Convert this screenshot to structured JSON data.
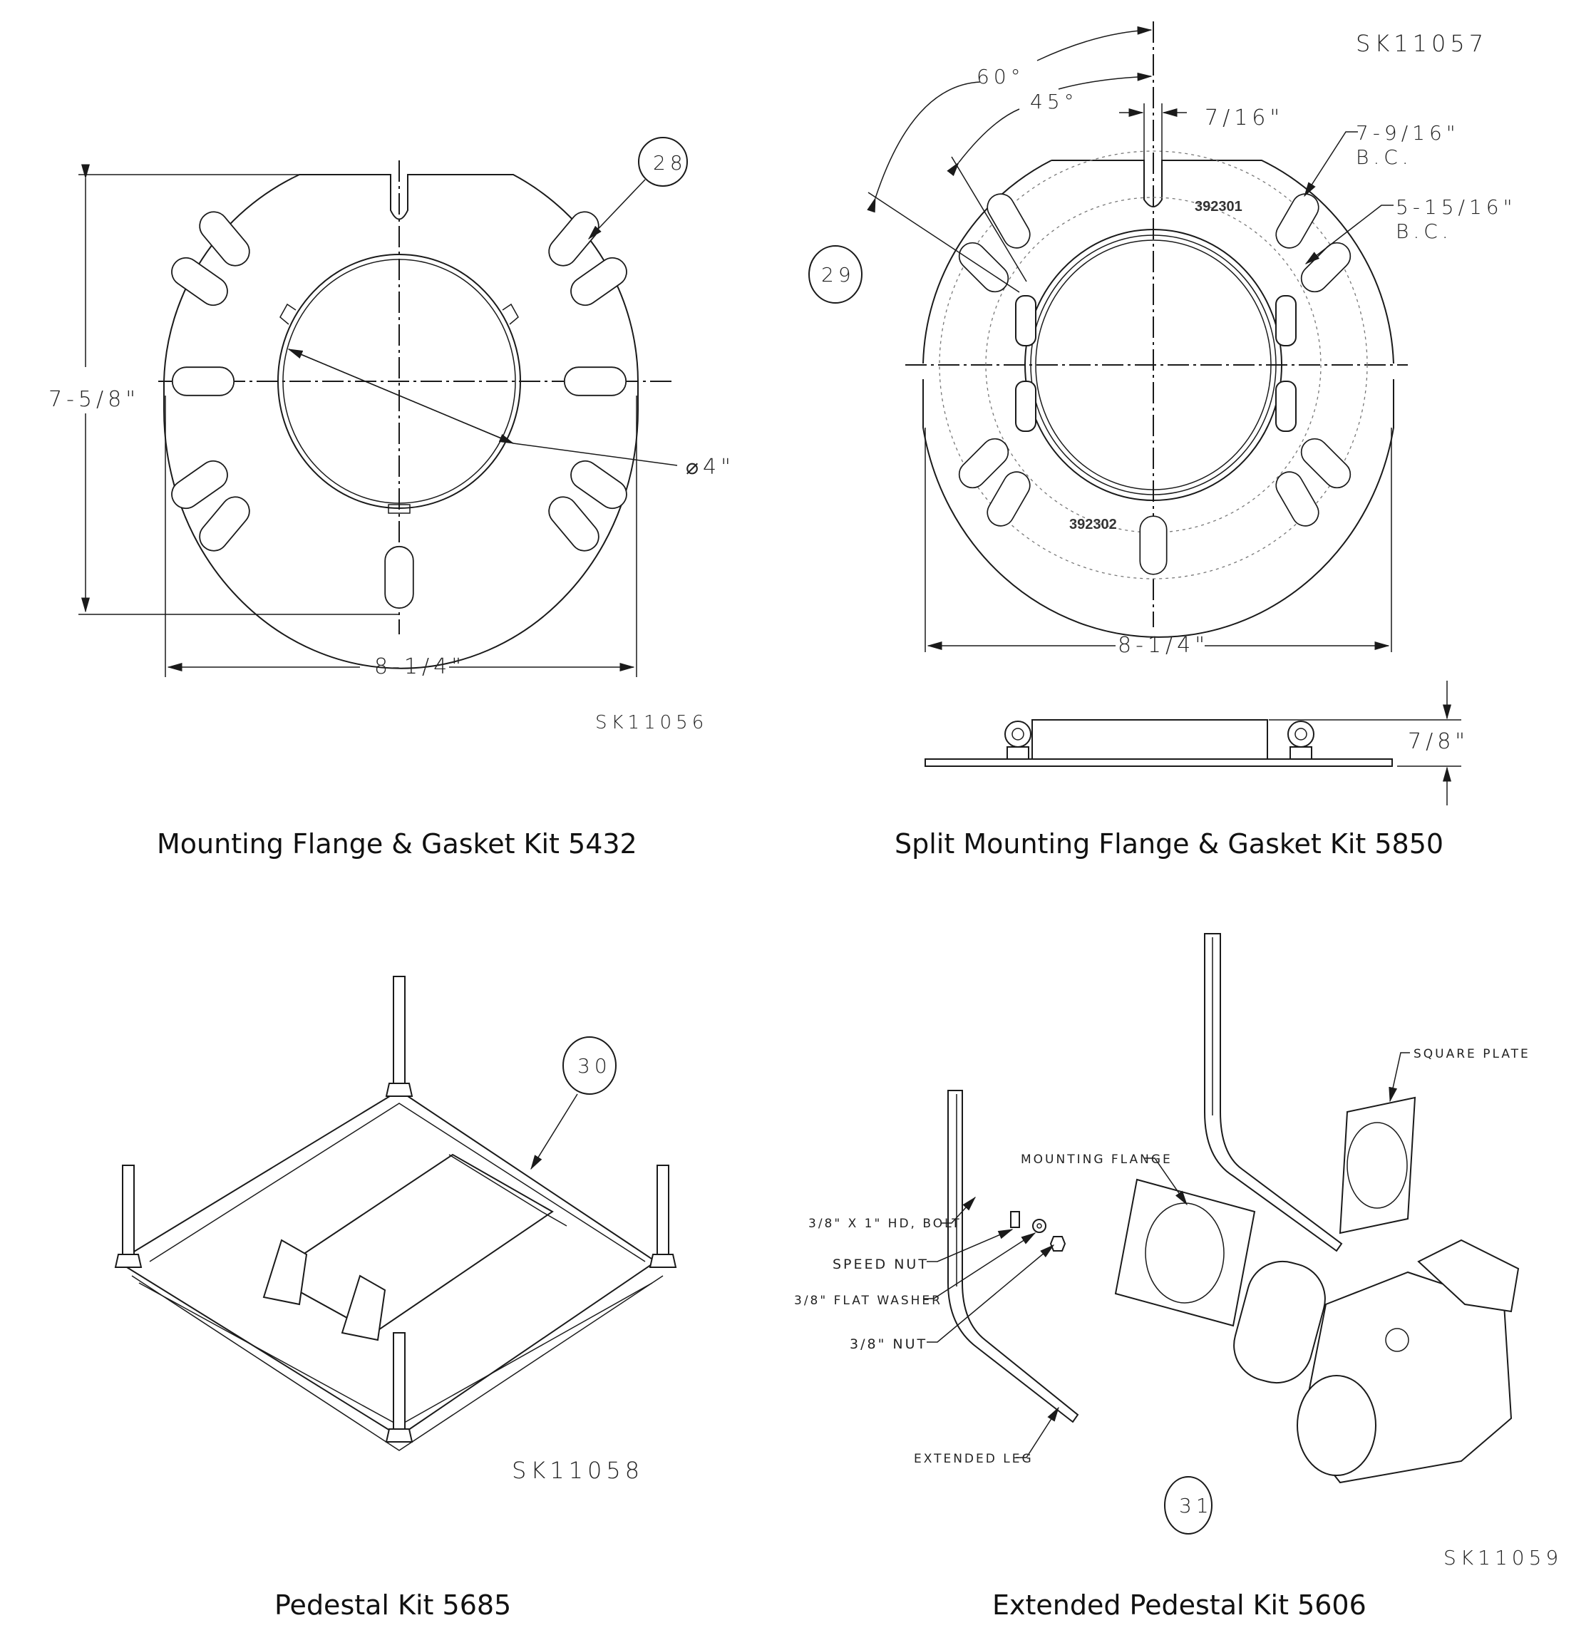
{
  "panels": [
    {
      "caption": "Mounting Flange & Gasket Kit 5432",
      "sketch_id": "SK11056",
      "callout": "28",
      "dimensions": {
        "height": "7-5/8\"",
        "width": "8-1/4\"",
        "diameter": "⌀4\""
      }
    },
    {
      "caption": "Split Mounting Flange & Gasket Kit 5850",
      "sketch_id": "SK11057",
      "callout": "29",
      "dimensions": {
        "angle_60": "60°",
        "angle_45": "45°",
        "slot_width": "7/16\"",
        "bolt_circle_outer": "7-9/16\"",
        "bolt_circle_outer_suffix": "B.C.",
        "bolt_circle_inner": "5-15/16\"",
        "bolt_circle_inner_suffix": "B.C.",
        "width": "8-1/4\"",
        "thickness": "7/8\""
      },
      "part_numbers": [
        "392301",
        "392302"
      ]
    },
    {
      "caption": "Pedestal Kit 5685",
      "sketch_id": "SK11058",
      "callout": "30"
    },
    {
      "caption": "Extended Pedestal Kit 5606",
      "sketch_id": "SK11059",
      "callout": "31",
      "labels": {
        "bolt": "3/8\" X 1\" HD, BOLT",
        "speed_nut": "SPEED NUT",
        "flat_washer": "3/8\" FLAT WASHER",
        "nut": "3/8\" NUT",
        "extended_leg": "EXTENDED LEG",
        "mounting_flange": "MOUNTING FLANGE",
        "square_plate": "SQUARE PLATE"
      }
    }
  ]
}
